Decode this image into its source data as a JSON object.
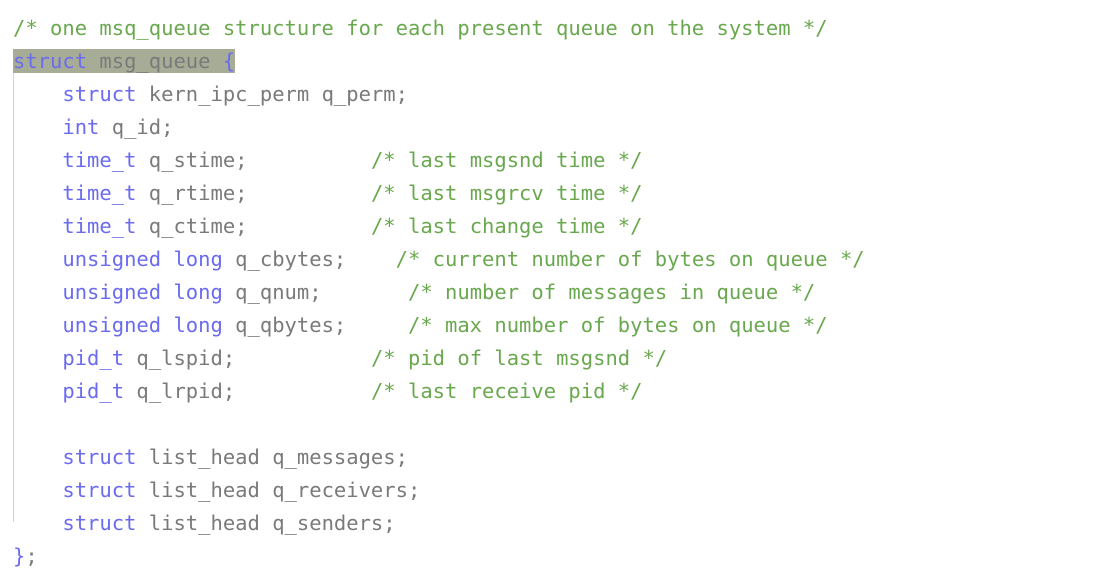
{
  "editor": {
    "language": "c",
    "background": "#ffffff",
    "top_strip_color": "#eceded",
    "indent_guide_color": "#d3d3d3",
    "selection_highlight_color": "#a6ac96",
    "colors": {
      "comment": "#6aa84f",
      "keyword": "#6b6bf0",
      "type": "#6b6bf0",
      "identifier": "#7a7a7a",
      "punctuation": "#7a7a7a",
      "brace": "#6b6bf0"
    }
  },
  "code": {
    "lines": [
      {
        "id": "line-1",
        "selected": false,
        "tokens": [
          {
            "t": "comment",
            "s": "/* one msq_queue structure for each present queue on the system */"
          }
        ]
      },
      {
        "id": "line-2",
        "selected": true,
        "tokens": [
          {
            "t": "keyword",
            "s": "struct",
            "sel": true
          },
          {
            "t": "plain",
            "s": " ",
            "sel": true
          },
          {
            "t": "ident",
            "s": "msg_queue",
            "sel": true
          },
          {
            "t": "plain",
            "s": " ",
            "sel": true
          },
          {
            "t": "brace",
            "s": "{",
            "sel": true
          }
        ]
      },
      {
        "id": "line-3",
        "selected": false,
        "tokens": [
          {
            "t": "plain",
            "s": "    "
          },
          {
            "t": "keyword",
            "s": "struct"
          },
          {
            "t": "ident",
            "s": " kern_ipc_perm q_perm;"
          }
        ]
      },
      {
        "id": "line-4",
        "selected": false,
        "tokens": [
          {
            "t": "plain",
            "s": "    "
          },
          {
            "t": "keyword",
            "s": "int"
          },
          {
            "t": "ident",
            "s": " q_id;"
          }
        ]
      },
      {
        "id": "line-5",
        "selected": false,
        "tokens": [
          {
            "t": "plain",
            "s": "    "
          },
          {
            "t": "type",
            "s": "time_t"
          },
          {
            "t": "ident",
            "s": " q_stime;"
          },
          {
            "t": "plain",
            "s": "          "
          },
          {
            "t": "comment",
            "s": "/* last msgsnd time */"
          }
        ]
      },
      {
        "id": "line-6",
        "selected": false,
        "tokens": [
          {
            "t": "plain",
            "s": "    "
          },
          {
            "t": "type",
            "s": "time_t"
          },
          {
            "t": "ident",
            "s": " q_rtime;"
          },
          {
            "t": "plain",
            "s": "          "
          },
          {
            "t": "comment",
            "s": "/* last msgrcv time */"
          }
        ]
      },
      {
        "id": "line-7",
        "selected": false,
        "tokens": [
          {
            "t": "plain",
            "s": "    "
          },
          {
            "t": "type",
            "s": "time_t"
          },
          {
            "t": "ident",
            "s": " q_ctime;"
          },
          {
            "t": "plain",
            "s": "          "
          },
          {
            "t": "comment",
            "s": "/* last change time */"
          }
        ]
      },
      {
        "id": "line-8",
        "selected": false,
        "tokens": [
          {
            "t": "plain",
            "s": "    "
          },
          {
            "t": "keyword",
            "s": "unsigned long"
          },
          {
            "t": "ident",
            "s": " q_cbytes;"
          },
          {
            "t": "plain",
            "s": "    "
          },
          {
            "t": "comment",
            "s": "/* current number of bytes on queue */"
          }
        ]
      },
      {
        "id": "line-9",
        "selected": false,
        "tokens": [
          {
            "t": "plain",
            "s": "    "
          },
          {
            "t": "keyword",
            "s": "unsigned long"
          },
          {
            "t": "ident",
            "s": " q_qnum;"
          },
          {
            "t": "plain",
            "s": "       "
          },
          {
            "t": "comment",
            "s": "/* number of messages in queue */"
          }
        ]
      },
      {
        "id": "line-10",
        "selected": false,
        "tokens": [
          {
            "t": "plain",
            "s": "    "
          },
          {
            "t": "keyword",
            "s": "unsigned long"
          },
          {
            "t": "ident",
            "s": " q_qbytes;"
          },
          {
            "t": "plain",
            "s": "     "
          },
          {
            "t": "comment",
            "s": "/* max number of bytes on queue */"
          }
        ]
      },
      {
        "id": "line-11",
        "selected": false,
        "tokens": [
          {
            "t": "plain",
            "s": "    "
          },
          {
            "t": "type",
            "s": "pid_t"
          },
          {
            "t": "ident",
            "s": " q_lspid;"
          },
          {
            "t": "plain",
            "s": "           "
          },
          {
            "t": "comment",
            "s": "/* pid of last msgsnd */"
          }
        ]
      },
      {
        "id": "line-12",
        "selected": false,
        "tokens": [
          {
            "t": "plain",
            "s": "    "
          },
          {
            "t": "type",
            "s": "pid_t"
          },
          {
            "t": "ident",
            "s": " q_lrpid;"
          },
          {
            "t": "plain",
            "s": "           "
          },
          {
            "t": "comment",
            "s": "/* last receive pid */"
          }
        ]
      },
      {
        "id": "line-13",
        "selected": false,
        "tokens": []
      },
      {
        "id": "line-14",
        "selected": false,
        "tokens": [
          {
            "t": "plain",
            "s": "    "
          },
          {
            "t": "keyword",
            "s": "struct"
          },
          {
            "t": "ident",
            "s": " list_head q_messages;"
          }
        ]
      },
      {
        "id": "line-15",
        "selected": false,
        "tokens": [
          {
            "t": "plain",
            "s": "    "
          },
          {
            "t": "keyword",
            "s": "struct"
          },
          {
            "t": "ident",
            "s": " list_head q_receivers;"
          }
        ]
      },
      {
        "id": "line-16",
        "selected": false,
        "tokens": [
          {
            "t": "plain",
            "s": "    "
          },
          {
            "t": "keyword",
            "s": "struct"
          },
          {
            "t": "ident",
            "s": " list_head q_senders;"
          }
        ]
      },
      {
        "id": "line-17",
        "selected": false,
        "tokens": [
          {
            "t": "brace",
            "s": "}"
          },
          {
            "t": "punct",
            "s": ";"
          }
        ]
      }
    ]
  }
}
